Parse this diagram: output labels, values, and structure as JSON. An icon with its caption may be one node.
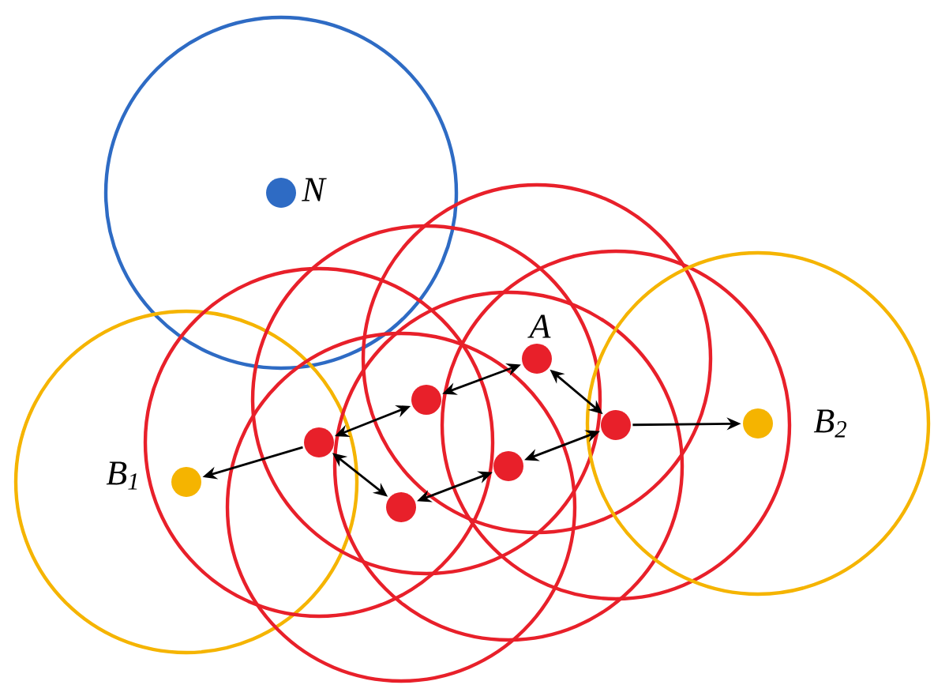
{
  "diagram": {
    "nodes": [
      {
        "text": [],
        "shape": "circle",
        "beside": [
          "N"
        ]
      },
      {
        "text": [],
        "shape": "circle",
        "beside": [
          "B$_{1}$"
        ]
      },
      {
        "text": [],
        "shape": "circle"
      },
      {
        "text": [],
        "shape": "circle"
      },
      {
        "text": [],
        "shape": "circle",
        "beside": [
          "A"
        ]
      },
      {
        "text": [],
        "shape": "circle"
      },
      {
        "text": [],
        "shape": "circle"
      },
      {
        "text": [],
        "shape": "circle"
      },
      {
        "text": [],
        "shape": "circle",
        "beside": [
          "B$_{2}$"
        ]
      }
    ],
    "edges": [
      {
        "from": 2,
        "to": 1,
        "arrow": "to"
      },
      {
        "from": 2,
        "to": 3,
        "arrow": "both"
      },
      {
        "from": 3,
        "to": 4,
        "arrow": "both"
      },
      {
        "from": 4,
        "to": 5,
        "arrow": "both"
      },
      {
        "from": 5,
        "to": 6,
        "arrow": "both"
      },
      {
        "from": 6,
        "to": 7,
        "arrow": "both"
      },
      {
        "from": 7,
        "to": 2,
        "arrow": "both"
      },
      {
        "from": 5,
        "to": 8,
        "arrow": "to"
      }
    ]
  }
}
